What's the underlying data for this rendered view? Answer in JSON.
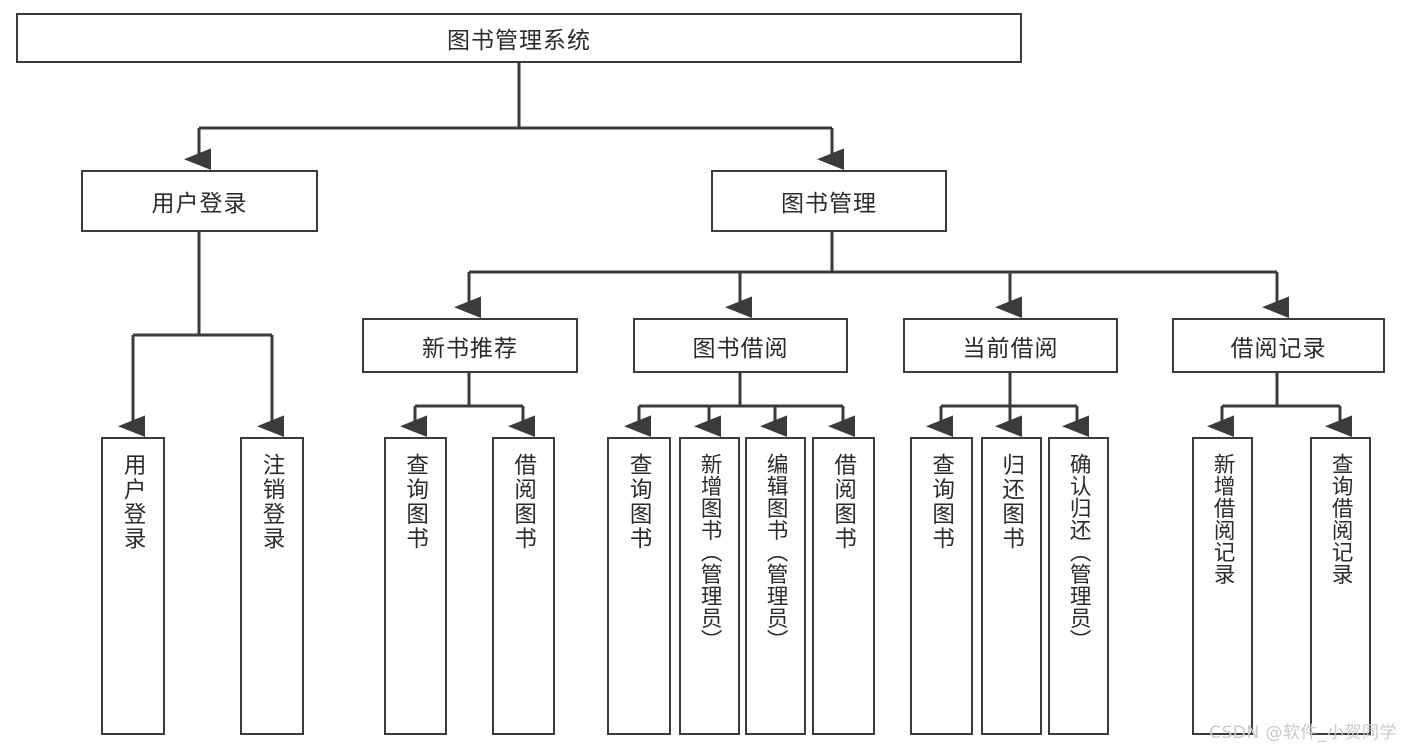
{
  "diagram": {
    "title": "图书管理系统",
    "type": "tree",
    "background_color": "#ffffff",
    "line_color": "#3b3b3b",
    "text_color": "#2b2b2b",
    "root": {
      "label": "图书管理系统",
      "children": [
        {
          "label": "用户登录",
          "children": [
            {
              "label": "用户登录"
            },
            {
              "label": "注销登录"
            }
          ]
        },
        {
          "label": "图书管理",
          "children": [
            {
              "label": "新书推荐",
              "children": [
                {
                  "label": "查询图书"
                },
                {
                  "label": "借阅图书"
                }
              ]
            },
            {
              "label": "图书借阅",
              "children": [
                {
                  "label": "查询图书"
                },
                {
                  "label": "新增图书（管理员）"
                },
                {
                  "label": "编辑图书（管理员）"
                },
                {
                  "label": "借阅图书"
                }
              ]
            },
            {
              "label": "当前借阅",
              "children": [
                {
                  "label": "查询图书"
                },
                {
                  "label": "归还图书"
                },
                {
                  "label": "确认归还（管理员）"
                }
              ]
            },
            {
              "label": "借阅记录",
              "children": [
                {
                  "label": "新增借阅记录"
                },
                {
                  "label": "查询借阅记录"
                }
              ]
            }
          ]
        }
      ]
    }
  },
  "watermark": {
    "text": "CSDN @软件_小贺同学"
  }
}
